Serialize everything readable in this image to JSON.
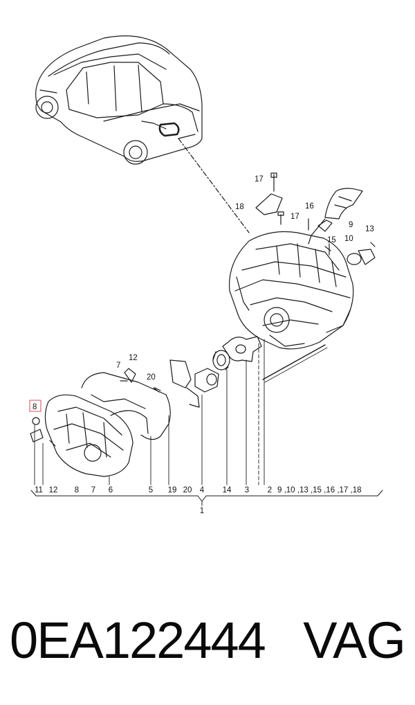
{
  "labels": {
    "c17a": "17",
    "c18": "18",
    "c17b": "17",
    "c16": "16",
    "c15": "15",
    "c9": "9",
    "c10": "10",
    "c13": "13",
    "c12": "12",
    "c7": "7",
    "c20": "20",
    "c8": "8",
    "b11": "11",
    "b12": "12",
    "b8": "8",
    "b7": "7",
    "b6": "6",
    "b5": "5",
    "b19": "19",
    "b20": "20",
    "b4": "4",
    "b14": "14",
    "b3": "3",
    "b2": "2",
    "b_rest": "9 ,10 ,13 ,15 ,16 ,17 ,18",
    "total": "1"
  },
  "footer": {
    "part_number": "0EA122444",
    "brand": "VAG"
  },
  "colors": {
    "line": "#1a1a1a",
    "highlight": "#e0707a"
  }
}
